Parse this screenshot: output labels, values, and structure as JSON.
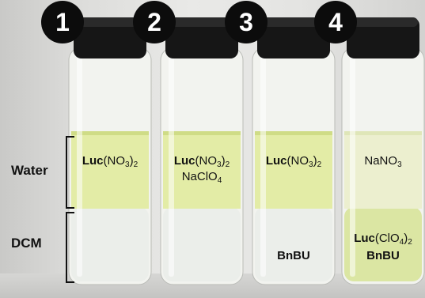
{
  "side_labels": {
    "water": "Water",
    "dcm": "DCM"
  },
  "vials": [
    {
      "number": "1",
      "labels": [
        {
          "parts": [
            {
              "t": "Luc",
              "b": true
            },
            {
              "t": "(NO"
            },
            {
              "t": "3",
              "sub": true
            },
            {
              "t": ")"
            },
            {
              "t": "2",
              "sub": true
            }
          ]
        }
      ]
    },
    {
      "number": "2",
      "labels": [
        {
          "parts": [
            {
              "t": "Luc",
              "b": true
            },
            {
              "t": "(NO"
            },
            {
              "t": "3",
              "sub": true
            },
            {
              "t": ")"
            },
            {
              "t": "2",
              "sub": true
            }
          ]
        },
        {
          "parts": [
            {
              "t": "NaClO"
            },
            {
              "t": "4",
              "sub": true
            }
          ]
        }
      ]
    },
    {
      "number": "3",
      "labels": [
        {
          "parts": [
            {
              "t": "Luc",
              "b": true
            },
            {
              "t": "(NO"
            },
            {
              "t": "3",
              "sub": true
            },
            {
              "t": ")"
            },
            {
              "t": "2",
              "sub": true
            }
          ]
        },
        {
          "parts": [
            {
              "t": "BnBU",
              "b": true
            }
          ]
        }
      ]
    },
    {
      "number": "4",
      "labels": [
        {
          "parts": [
            {
              "t": "NaNO"
            },
            {
              "t": "3",
              "sub": true
            }
          ]
        },
        {
          "parts": [
            {
              "t": "Luc",
              "b": true
            },
            {
              "t": "(ClO"
            },
            {
              "t": "4",
              "sub": true
            },
            {
              "t": ")"
            },
            {
              "t": "2",
              "sub": true
            }
          ]
        },
        {
          "parts": [
            {
              "t": "BnBU",
              "b": true
            }
          ]
        }
      ]
    }
  ],
  "colors": {
    "cap": "#161616",
    "badge": "#0c0c0c",
    "badge_text": "#ffffff",
    "water_phase": "#e3eca6",
    "water_phase_pale": "#ecefcf",
    "dcm_phase": "#ebeeea",
    "dcm_phase_green": "#dbe6a3",
    "glass": "#f2f3ef"
  }
}
